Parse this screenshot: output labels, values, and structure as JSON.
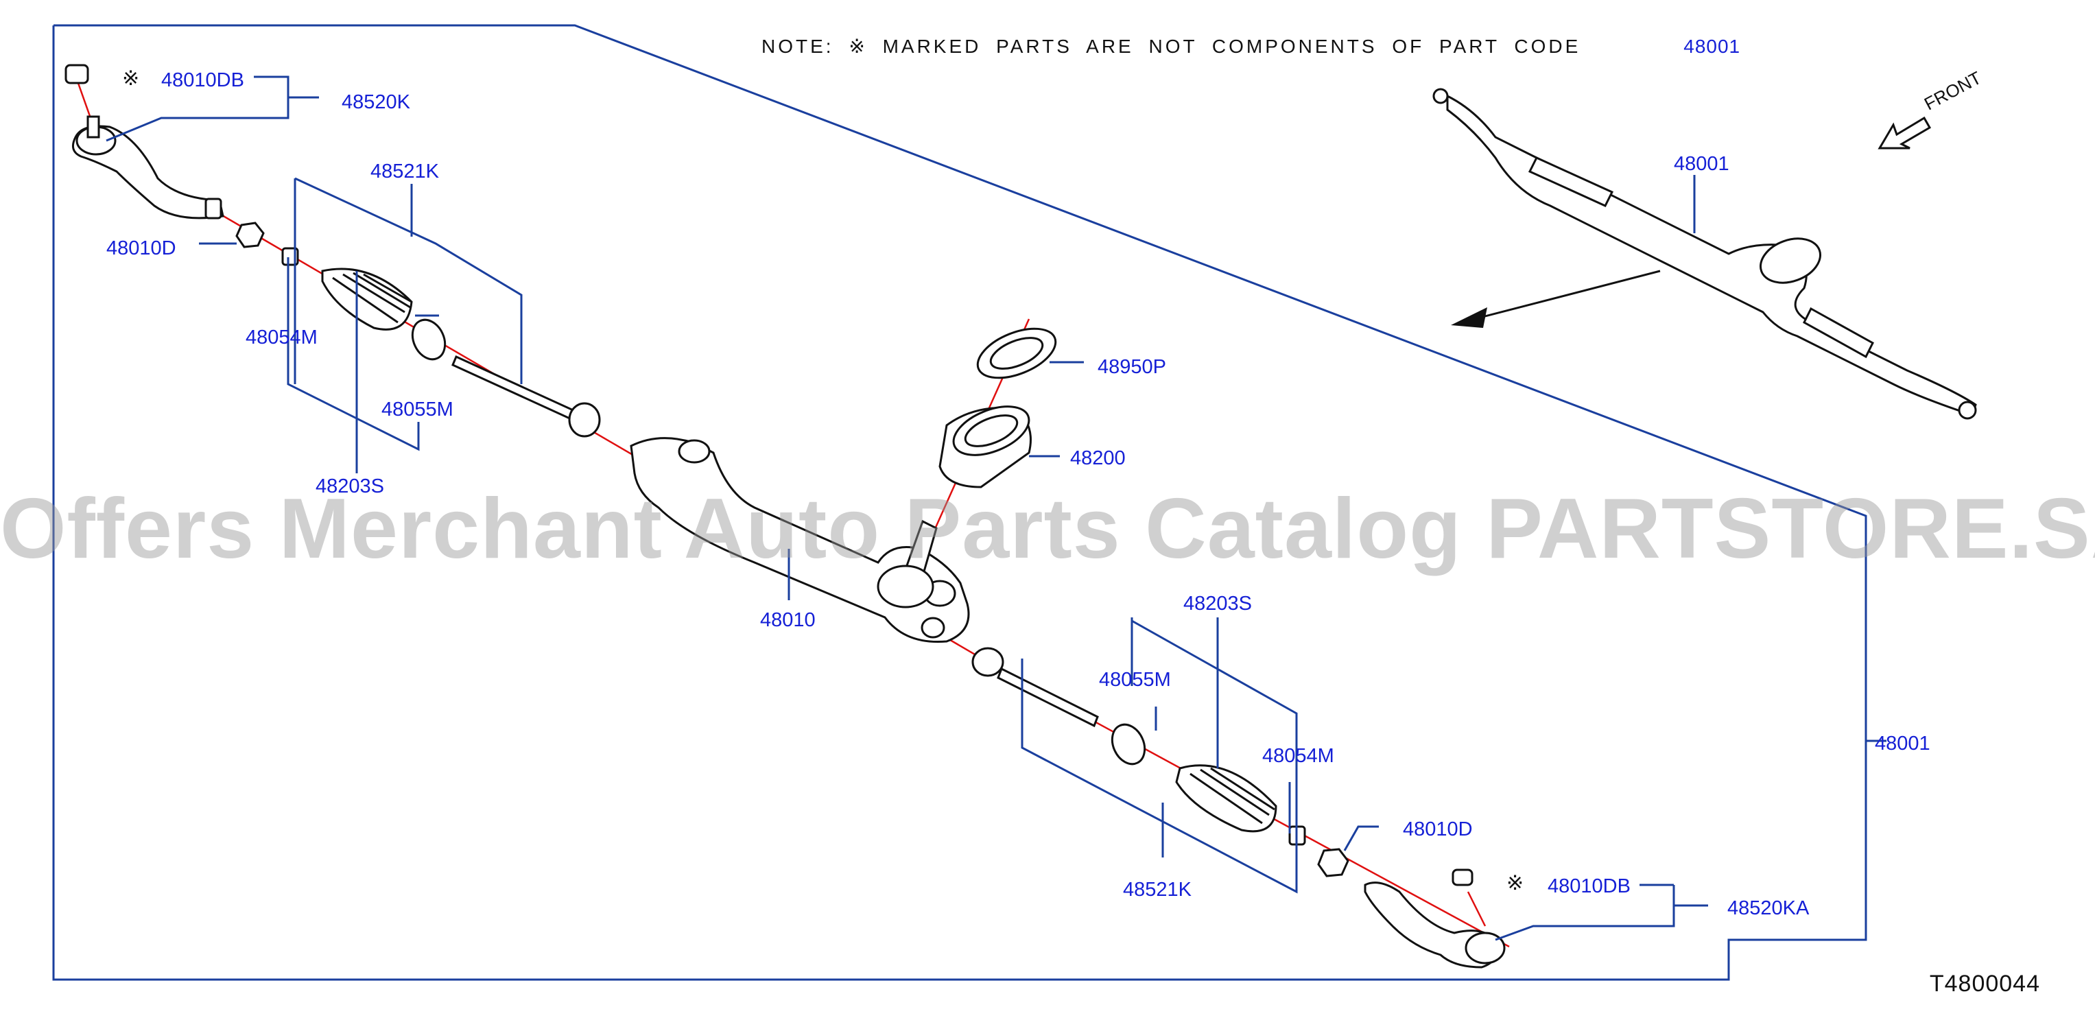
{
  "note": {
    "text": "NOTE: ※ MARKED PARTS ARE NOT COMPONENTS OF PART CODE",
    "part_code": "48001"
  },
  "mark_symbol": "※",
  "watermark": "Offers Merchant Auto Parts Catalog PARTSTORE.SA",
  "diagram_code": "T4800044",
  "front_label": "FRONT",
  "labels": {
    "p48010DB_top": "48010DB",
    "p48520K": "48520K",
    "p48521K_top": "48521K",
    "p48010D_left": "48010D",
    "p48054M_left": "48054M",
    "p48055M_left": "48055M",
    "p48203S_left": "48203S",
    "p48950P": "48950P",
    "p48200": "48200",
    "p48010": "48010",
    "p48203S_right": "48203S",
    "p48055M_right": "48055M",
    "p48054M_right": "48054M",
    "p48010D_right": "48010D",
    "p48010DB_bottom": "48010DB",
    "p48520KA": "48520KA",
    "p48521K_bottom": "48521K",
    "p48001_note": "48001",
    "p48001_small": "48001",
    "p48001_right": "48001"
  },
  "colors": {
    "label_blue": "#1520d6",
    "frame_blue": "#1a3f9e",
    "axis_red": "#e01010",
    "line_black": "#111111"
  }
}
